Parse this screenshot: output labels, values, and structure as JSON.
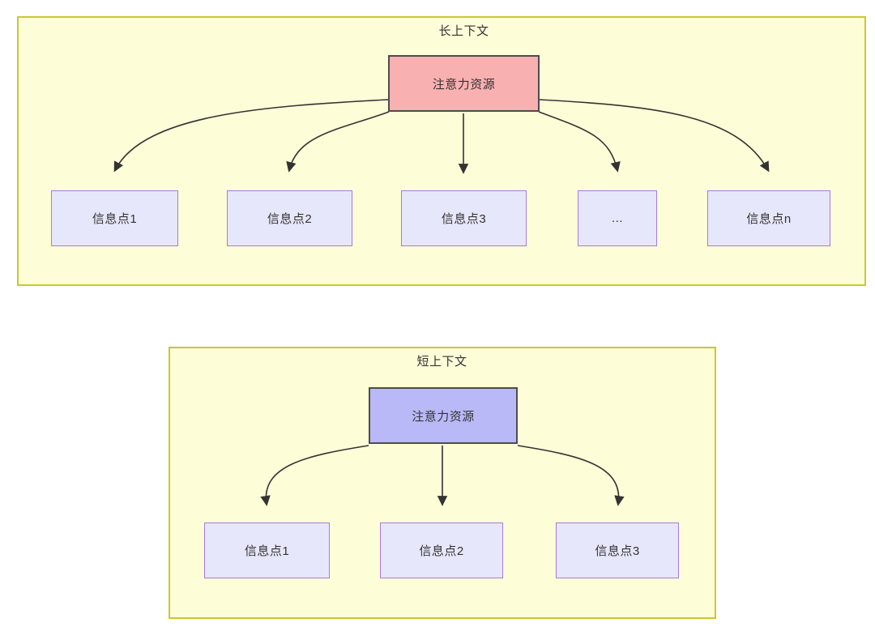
{
  "diagrams": [
    {
      "name": "long-context",
      "title": "长上下文",
      "hub": {
        "label": "注意力资源",
        "fill": "#f8b0b0",
        "stroke": "#4d4d4d"
      },
      "nodes": [
        {
          "label": "信息点1"
        },
        {
          "label": "信息点2"
        },
        {
          "label": "信息点3"
        },
        {
          "label": "..."
        },
        {
          "label": "信息点n"
        }
      ]
    },
    {
      "name": "short-context",
      "title": "短上下文",
      "hub": {
        "label": "注意力资源",
        "fill": "#b9b9f8",
        "stroke": "#4d4d4d"
      },
      "nodes": [
        {
          "label": "信息点1"
        },
        {
          "label": "信息点2"
        },
        {
          "label": "信息点3"
        }
      ]
    }
  ],
  "colors": {
    "container_fill": "#fdfdd8",
    "container_stroke": "#c8c832",
    "info_fill": "#e7e7fb",
    "info_stroke": "#a77bdb",
    "edge_stroke": "#333333",
    "text": "#333333"
  }
}
